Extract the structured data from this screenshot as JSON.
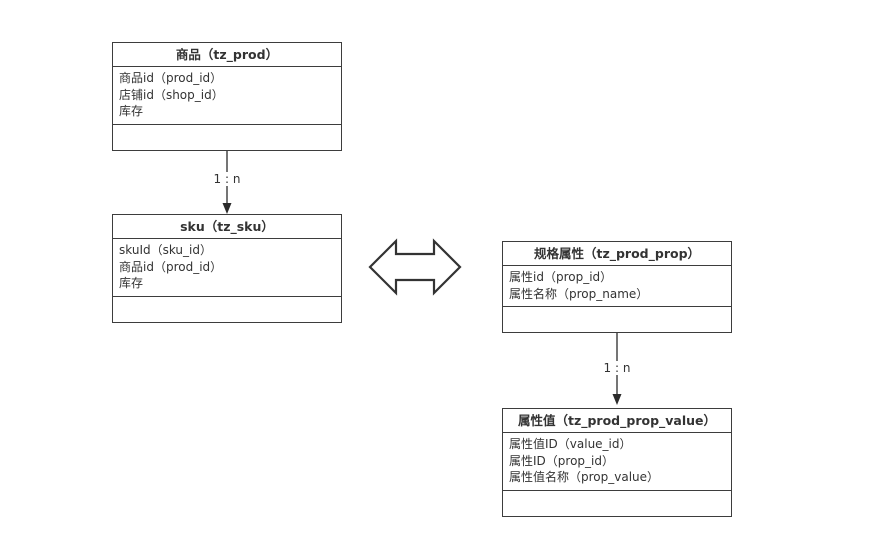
{
  "diagram": {
    "entities": [
      {
        "id": "prod",
        "title": "商品（tz_prod）",
        "fields": [
          "商品id（prod_id）",
          "店铺id（shop_id）",
          "库存"
        ]
      },
      {
        "id": "sku",
        "title": "sku（tz_sku）",
        "fields": [
          "skuId（sku_id）",
          "商品id（prod_id）",
          "库存"
        ]
      },
      {
        "id": "prod_prop",
        "title": "规格属性（tz_prod_prop）",
        "fields": [
          "属性id（prop_id）",
          "属性名称（prop_name）"
        ]
      },
      {
        "id": "prod_prop_value",
        "title": "属性值（tz_prod_prop_value）",
        "fields": [
          "属性值ID（value_id）",
          "属性ID（prop_id）",
          "属性值名称（prop_value）"
        ]
      }
    ],
    "relations": [
      {
        "from": "prod",
        "to": "sku",
        "label": "1 : n"
      },
      {
        "from": "prod_prop",
        "to": "prod_prop_value",
        "label": "1 : n"
      }
    ],
    "colors": {
      "border": "#3d3d3d",
      "text": "#333333",
      "line": "#2b2b2b",
      "background": "#ffffff"
    }
  }
}
